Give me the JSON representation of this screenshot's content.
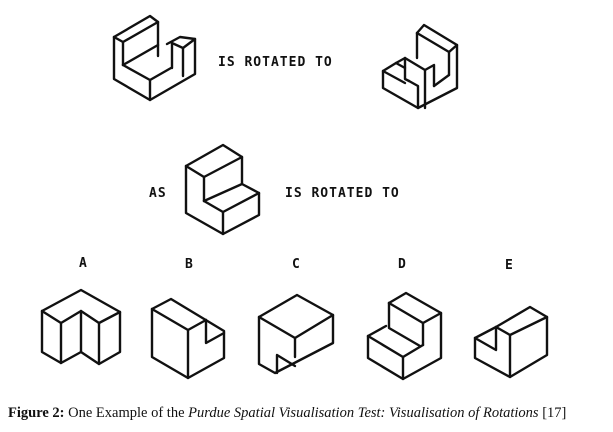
{
  "figure": {
    "row1": {
      "original_shape": "u-channel-block",
      "connector_text": "IS ROTATED TO",
      "rotated_shape": "u-channel-block-rotated"
    },
    "row2": {
      "prefix_text": "AS",
      "shape": "l-step-block",
      "connector_text": "IS ROTATED TO"
    },
    "options": [
      {
        "label": "A",
        "shape": "l-block-notched-front"
      },
      {
        "label": "B",
        "shape": "block-with-corner-notch-right"
      },
      {
        "label": "C",
        "shape": "block-with-corner-notch-bottom-left"
      },
      {
        "label": "D",
        "shape": "l-step-block-rotated"
      },
      {
        "label": "E",
        "shape": "block-with-corner-notch-left"
      }
    ]
  },
  "caption": {
    "figure_label": "Figure 2:",
    "text_plain": " One Example of the ",
    "text_italic": "Purdue Spatial Visualisation Test: Visualisation of Rotations",
    "citation": " [17]"
  }
}
